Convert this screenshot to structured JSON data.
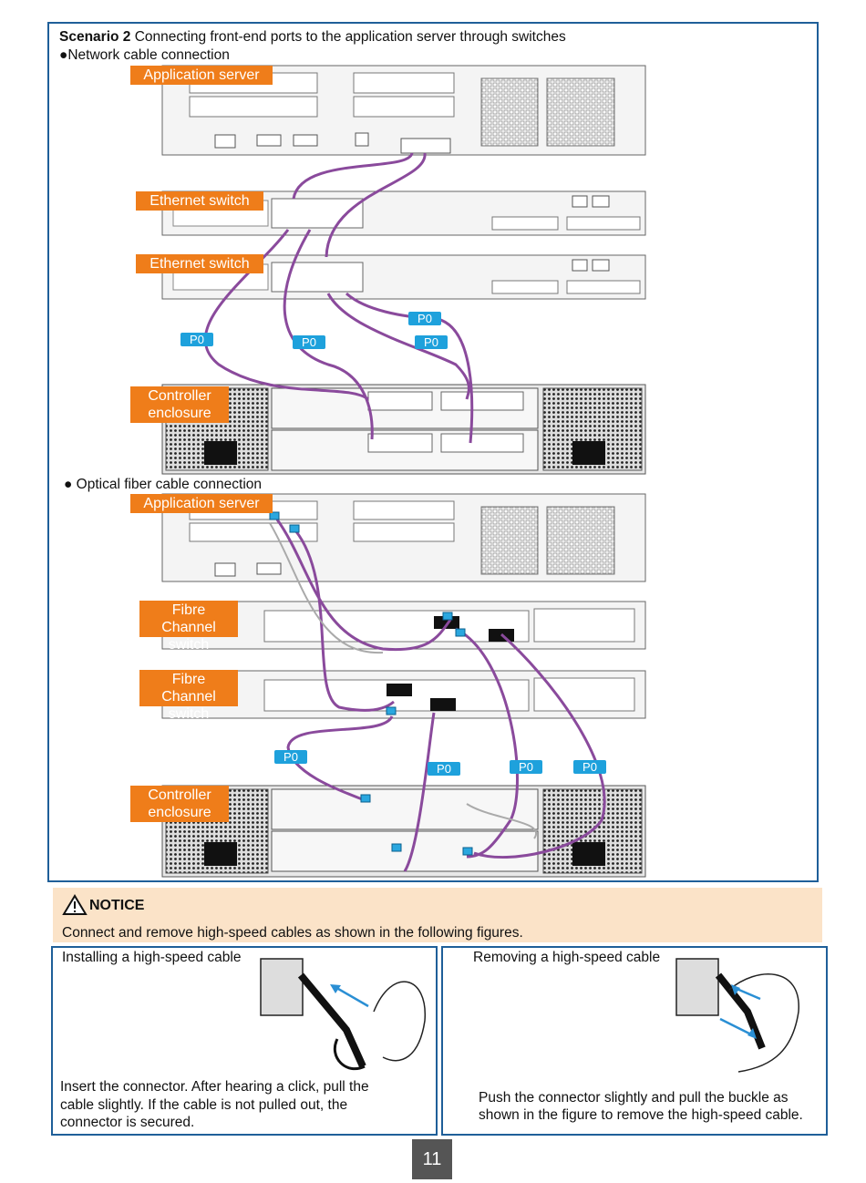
{
  "scenario": {
    "label_bold": "Scenario 2",
    "label_rest": " Connecting front-end ports to the application server through switches"
  },
  "network_section": {
    "heading": "●Network cable connection",
    "devices": {
      "app_server": "Application server",
      "switch1": "Ethernet switch",
      "switch2": "Ethernet switch",
      "controller_line1": "Controller",
      "controller_line2": "enclosure"
    },
    "port_labels": [
      "P0",
      "P0",
      "P0",
      "P0"
    ]
  },
  "fiber_section": {
    "heading": "● Optical fiber cable connection",
    "devices": {
      "app_server": "Application server",
      "fc_switch1_line1": "Fibre Channel",
      "fc_switch1_line2": "switch",
      "fc_switch2_line1": "Fibre Channel",
      "fc_switch2_line2": "switch",
      "controller_line1": "Controller",
      "controller_line2": "enclosure"
    },
    "port_labels": [
      "P0",
      "P0",
      "P0",
      "P0"
    ]
  },
  "notice": {
    "title": "NOTICE",
    "text": "Connect and remove high-speed cables as shown in the following figures."
  },
  "install_panel": {
    "title": "Installing a high-speed cable",
    "desc_line1": "Insert the connector. After hearing a click, pull the",
    "desc_line2": "cable slightly. If the cable is not pulled out, the",
    "desc_line3": "connector is secured."
  },
  "remove_panel": {
    "title": "Removing a high-speed cable",
    "desc_line1": "Push the connector slightly and pull the buckle as",
    "desc_line2": "shown in the figure to remove the high-speed cable."
  },
  "page_number": "11",
  "colors": {
    "frame_blue": "#1f5f99",
    "label_orange": "#ef7d1a",
    "port_blue": "#1ea1dc",
    "cable_purple": "#8a4a9c",
    "notice_bg": "#fbe3c8"
  }
}
